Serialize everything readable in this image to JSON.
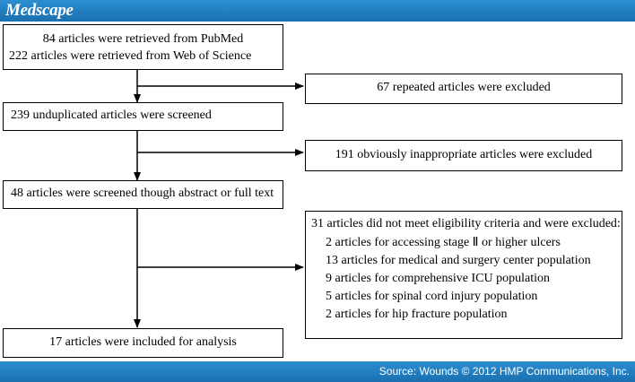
{
  "brand": {
    "logo_text": "Medscape"
  },
  "footer": {
    "source": "Source: Wounds © 2012 HMP Communications, Inc."
  },
  "flow": {
    "retrieved_pubmed": "84 articles were retrieved from PubMed",
    "retrieved_wos": "222 articles were retrieved from Web of Science",
    "excluded_repeated": "67 repeated articles were excluded",
    "screened": "239 unduplicated articles were screened",
    "excluded_inappropriate": "191 obviously inappropriate articles were excluded",
    "fulltext": "48 articles were screened though abstract or full text",
    "eligibility_title": "31 articles did not meet eligibility criteria and were excluded:",
    "eligibility_reasons": [
      "2 articles for accessing stage Ⅱ or higher ulcers",
      "13 articles for medical and surgery center population",
      "9 articles for comprehensive ICU population",
      "5 articles for spinal cord injury population",
      "2 articles for hip fracture population"
    ],
    "included": "17 articles were included for analysis"
  }
}
